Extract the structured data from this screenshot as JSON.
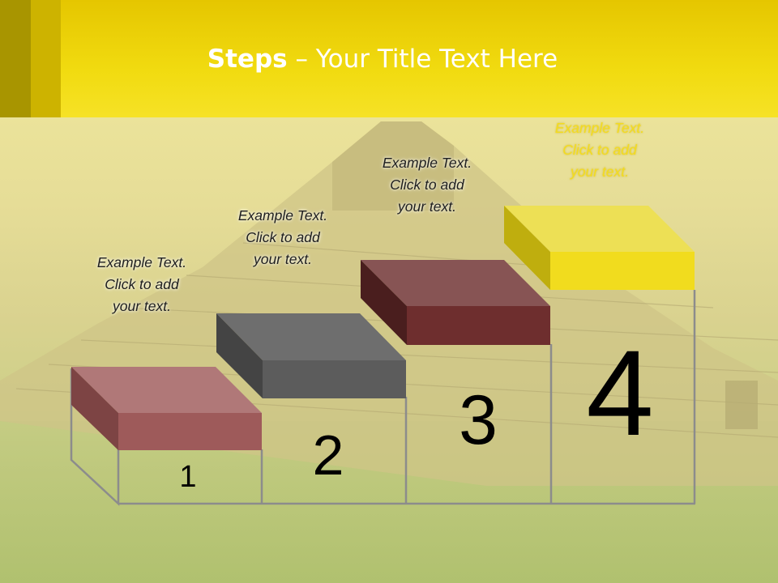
{
  "slide": {
    "title_bold": "Steps",
    "title_rest": " – Your Title Text Here"
  },
  "steps": [
    {
      "number": "1",
      "caption": [
        "Example Text.",
        "Click  to add",
        "your text."
      ],
      "color": "#9e5a5a"
    },
    {
      "number": "2",
      "caption": [
        "Example Text.",
        "Click  to add",
        "your text."
      ],
      "color": "#6a6a6a"
    },
    {
      "number": "3",
      "caption": [
        "Example Text.",
        "Click  to add",
        "your text."
      ],
      "color": "#6e2e2e"
    },
    {
      "number": "4",
      "caption": [
        "Example Text.",
        "Click  to add",
        "your text."
      ],
      "color": "#f1dc1e"
    }
  ],
  "colors": {
    "title_bar": "#f1db10",
    "outline": "#8a8a8a"
  }
}
